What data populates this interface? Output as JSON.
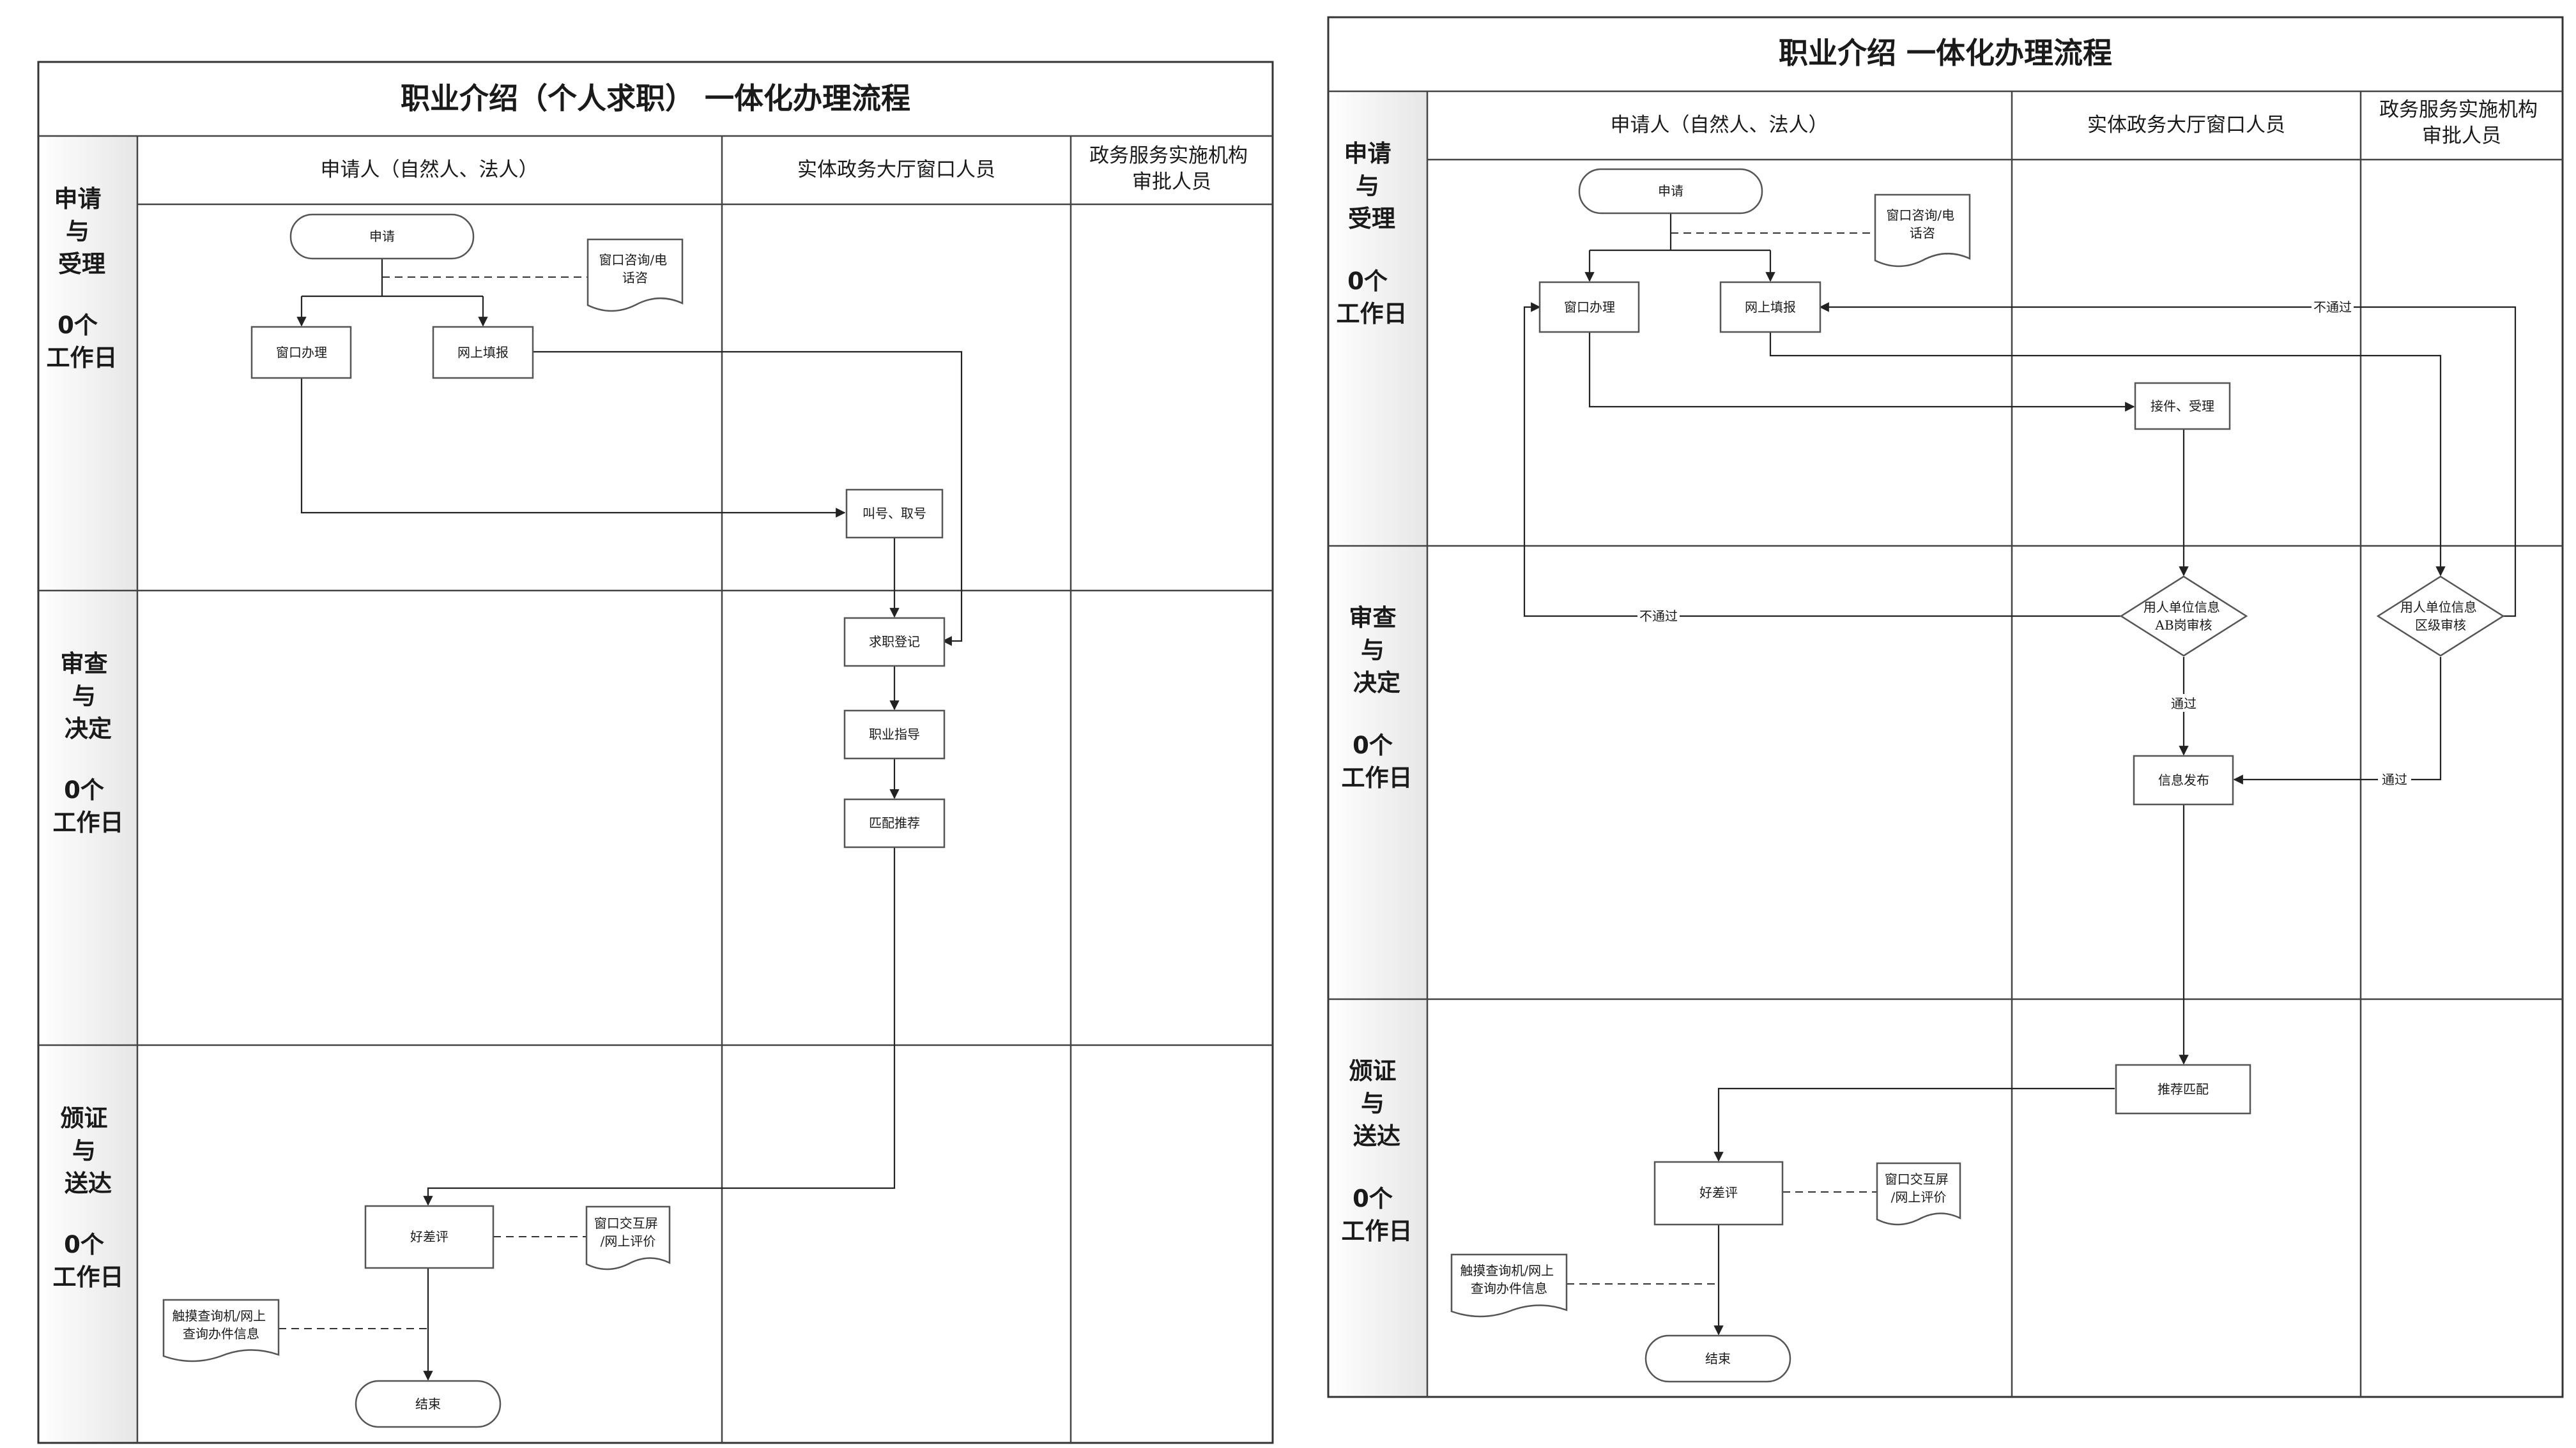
{
  "colors": {
    "line": "#222222",
    "stage_fill_from": "#ffffff",
    "stage_fill_to": "#e8e8e8",
    "background": "#ffffff"
  },
  "diagrams": [
    {
      "id": "personal",
      "title": "职业介绍（个人求职） 一体化办理流程",
      "lanes": [
        "申请人（自然人、法人）",
        "实体政务大厅窗口人员",
        "政务服务实施机构审批人员"
      ],
      "stages": [
        {
          "name": "申请与受理",
          "days": "0个工作日"
        },
        {
          "name": "审查与决定",
          "days": "0个工作日"
        },
        {
          "name": "颁证与送达",
          "days": "0个工作日"
        }
      ],
      "nodes": [
        {
          "id": "start",
          "shape": "terminal",
          "label": "申请"
        },
        {
          "id": "doc1",
          "shape": "document",
          "label": "窗口咨询/电话咨询"
        },
        {
          "id": "window",
          "shape": "process",
          "label": "窗口办理"
        },
        {
          "id": "online",
          "shape": "process",
          "label": "网上填报"
        },
        {
          "id": "queue",
          "shape": "process",
          "label": "叫号、取号"
        },
        {
          "id": "register",
          "shape": "process",
          "label": "求职登记"
        },
        {
          "id": "guide",
          "shape": "process",
          "label": "职业指导"
        },
        {
          "id": "match",
          "shape": "process",
          "label": "匹配推荐"
        },
        {
          "id": "rate",
          "shape": "process",
          "label": "好差评"
        },
        {
          "id": "doc2",
          "shape": "document",
          "label": "窗口交互屏/网上评价"
        },
        {
          "id": "doc3",
          "shape": "document",
          "label": "触摸查询机/网上查询办件信息"
        },
        {
          "id": "end",
          "shape": "terminal",
          "label": "结束"
        }
      ],
      "edges": []
    },
    {
      "id": "general",
      "title": "职业介绍 一体化办理流程",
      "lanes": [
        "申请人（自然人、法人）",
        "实体政务大厅窗口人员",
        "政务服务实施机构审批人员"
      ],
      "stages": [
        {
          "name": "申请与受理",
          "days": "0个工作日"
        },
        {
          "name": "审查与决定",
          "days": "0个工作日"
        },
        {
          "name": "颁证与送达",
          "days": "0个工作日"
        }
      ],
      "nodes": [
        {
          "id": "start",
          "shape": "terminal",
          "label": "申请"
        },
        {
          "id": "doc1",
          "shape": "document",
          "label": "窗口咨询/电话咨询"
        },
        {
          "id": "window",
          "shape": "process",
          "label": "窗口办理"
        },
        {
          "id": "online",
          "shape": "process",
          "label": "网上填报"
        },
        {
          "id": "accept",
          "shape": "process",
          "label": "接件、受理"
        },
        {
          "id": "review_ab",
          "shape": "decision",
          "label": "用人单位信息AB岗审核"
        },
        {
          "id": "review_district",
          "shape": "decision",
          "label": "用人单位信息区级审核"
        },
        {
          "id": "publish",
          "shape": "process",
          "label": "信息发布"
        },
        {
          "id": "recommend",
          "shape": "process",
          "label": "推荐匹配"
        },
        {
          "id": "rate",
          "shape": "process",
          "label": "好差评"
        },
        {
          "id": "doc2",
          "shape": "document",
          "label": "窗口交互屏/网上评价"
        },
        {
          "id": "doc3",
          "shape": "document",
          "label": "触摸查询机/网上查询办件信息"
        },
        {
          "id": "end",
          "shape": "terminal",
          "label": "结束"
        }
      ],
      "edges": [
        {
          "id": "fail_district",
          "label": "不通过"
        },
        {
          "id": "fail_ab",
          "label": "不通过"
        },
        {
          "id": "pass_ab",
          "label": "通过"
        },
        {
          "id": "pass_district",
          "label": "通过"
        }
      ]
    }
  ]
}
